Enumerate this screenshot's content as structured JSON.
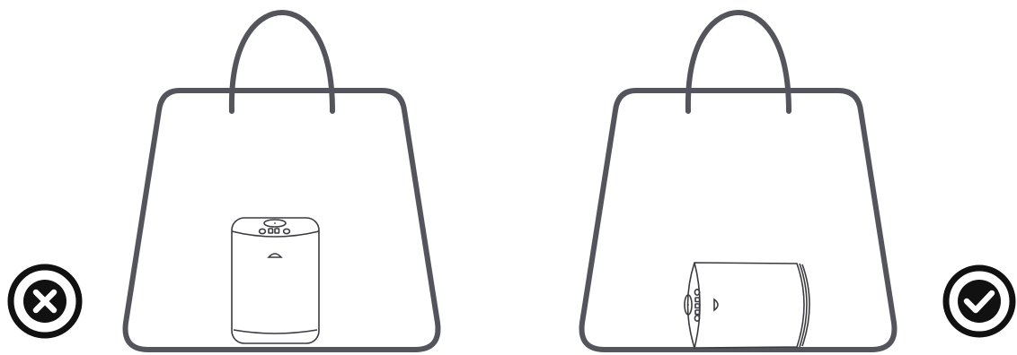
{
  "illustration": {
    "panels": [
      {
        "id": "incorrect",
        "status": "wrong",
        "status_icon": "cross-in-circle-icon",
        "device_orientation": "upright"
      },
      {
        "id": "correct",
        "status": "right",
        "status_icon": "checkmark-in-circle-icon",
        "device_orientation": "lying-on-side"
      }
    ],
    "colors": {
      "outline": "#54545c",
      "device_stroke": "#3a3a40",
      "icon": "#111111",
      "background": "#ffffff"
    }
  }
}
